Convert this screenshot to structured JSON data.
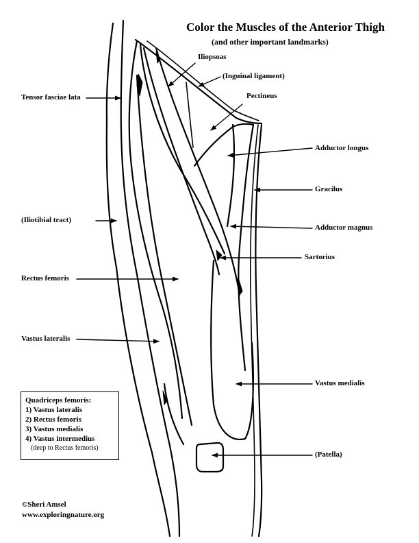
{
  "header": {
    "title": "Color the Muscles of the Anterior Thigh",
    "subtitle": "(and other important landmarks)"
  },
  "labels": {
    "iliopsoas": "Iliopsoas",
    "inguinal_ligament": "(Inguinal ligament)",
    "pectineus": "Pectineus",
    "tensor_fasciae_lata": "Tensor fasciae lata",
    "adductor_longus": "Adductor longus",
    "gracilus": "Gracilus",
    "iliotibial_tract": "(Iliotibial tract)",
    "adductor_magnus": "Adductor magnus",
    "sartorius": "Sartorius",
    "rectus_femoris": "Rectus femoris",
    "vastus_lateralis": "Vastus lateralis",
    "vastus_medialis": "Vastus medialis",
    "patella": "(Patella)"
  },
  "legend": {
    "title": "Quadriceps femoris:",
    "items": [
      "1) Vastus lateralis",
      "2) Rectus femoris",
      "3) Vastus medialis",
      "4) Vastus intermedius"
    ],
    "note": "(deep to Rectus femoris)"
  },
  "credit": {
    "author": "©Sheri Amsel",
    "website": "www.exploringnature.org"
  }
}
